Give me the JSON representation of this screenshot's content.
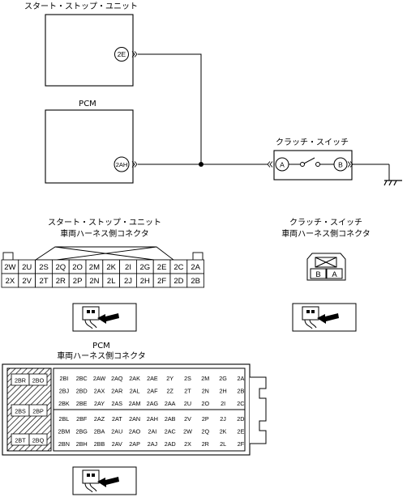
{
  "components": {
    "ssu_title": "スタート・ストップ・ユニット",
    "ssu_terminal": "2E",
    "pcm_title": "PCM",
    "pcm_terminal": "2AH",
    "clutch_title": "クラッチ・スイッチ",
    "clutch_term_a": "A",
    "clutch_term_b": "B"
  },
  "ssu_connector": {
    "title_line1": "スタート・ストップ・ユニット",
    "title_line2": "車両ハーネス側コネクタ",
    "rows": [
      [
        "2W",
        "2U",
        "2S",
        "2Q",
        "2O",
        "2M",
        "2K",
        "2I",
        "2G",
        "2E",
        "2C",
        "2A"
      ],
      [
        "2X",
        "2V",
        "2T",
        "2R",
        "2P",
        "2N",
        "2L",
        "2J",
        "2H",
        "2F",
        "2D",
        "2B"
      ]
    ]
  },
  "clutch_connector": {
    "title_line1": "クラッチ・スイッチ",
    "title_line2": "車両ハーネス側コネクタ",
    "pins": [
      "B",
      "A"
    ]
  },
  "pcm_connector": {
    "title_line1": "PCM",
    "title_line2": "車両ハーネス側コネクタ",
    "left_block": [
      [
        "2BR",
        "2BO"
      ],
      [
        "2BS",
        "2BP"
      ],
      [
        "2BT",
        "2BQ"
      ]
    ],
    "upper_rows": [
      [
        "2BI",
        "2BC",
        "2AW",
        "2AQ",
        "2AK",
        "2AE",
        "2Y",
        "2S",
        "2M",
        "2G",
        "2A"
      ],
      [
        "2BJ",
        "2BD",
        "2AX",
        "2AR",
        "2AL",
        "2AF",
        "2Z",
        "2T",
        "2N",
        "2H",
        "2B"
      ],
      [
        "2BK",
        "2BE",
        "2AY",
        "2AS",
        "2AM",
        "2AG",
        "2AA",
        "2U",
        "2O",
        "2I",
        "2C"
      ]
    ],
    "lower_rows": [
      [
        "2BL",
        "2BF",
        "2AZ",
        "2AT",
        "2AN",
        "2AH",
        "2AB",
        "2V",
        "2P",
        "2J",
        "2D"
      ],
      [
        "2BM",
        "2BG",
        "2BA",
        "2AU",
        "2AO",
        "2AI",
        "2AC",
        "2W",
        "2Q",
        "2K",
        "2E"
      ],
      [
        "2BN",
        "2BH",
        "2BB",
        "2AV",
        "2AP",
        "2AJ",
        "2AD",
        "2X",
        "2R",
        "2L",
        "2F"
      ]
    ]
  }
}
